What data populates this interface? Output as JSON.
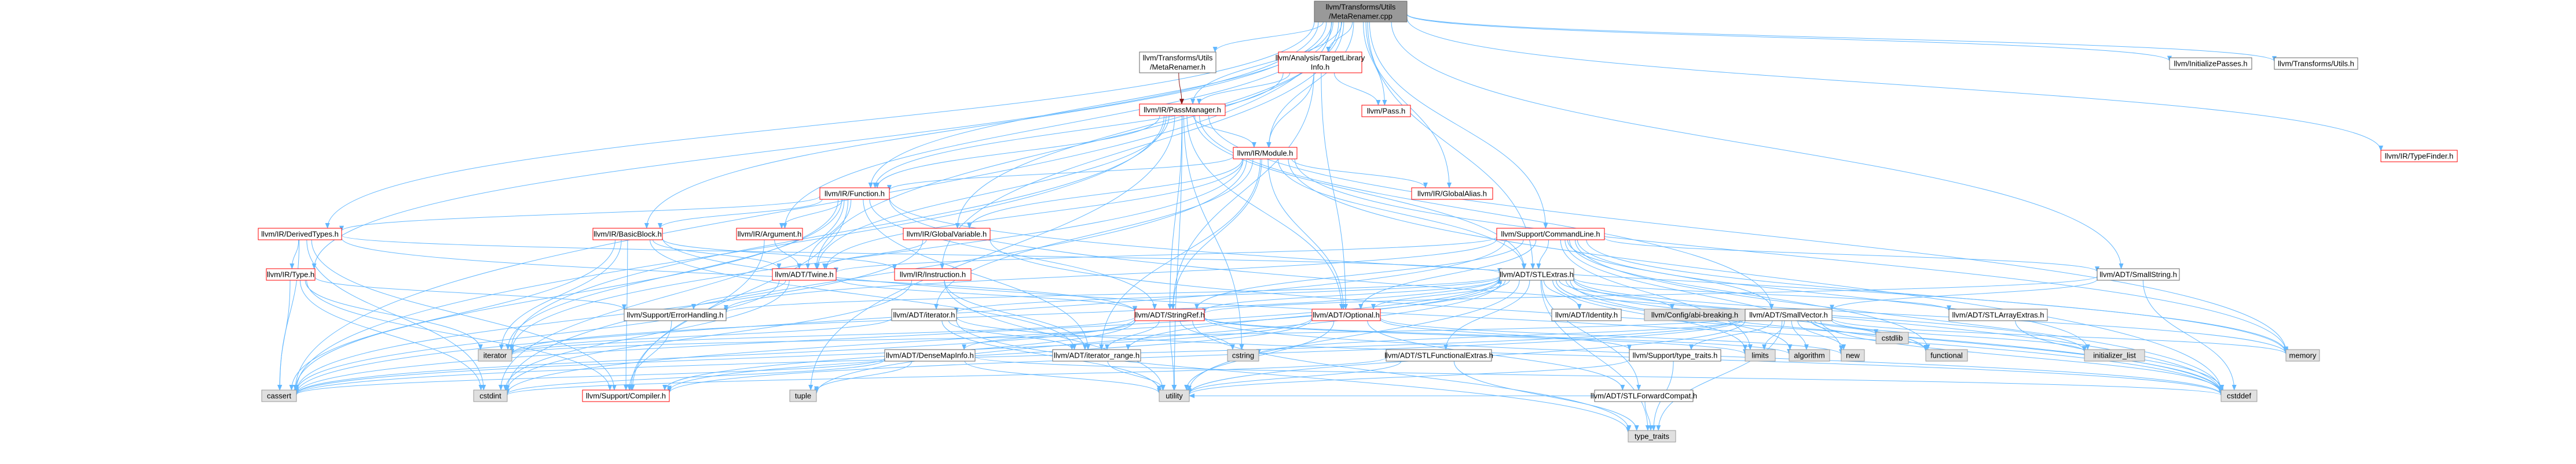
{
  "colors": {
    "edge": "#63b8ff",
    "edge_red": "#8b1a1a",
    "node_fill": "#ffffff",
    "node_border": "#666666",
    "node_border_red": "#ff0000",
    "root_fill": "#999999",
    "system_fill": "#e0e0e0",
    "system_border": "#999999"
  },
  "nodes": [
    {
      "id": "root",
      "lines": [
        "llvm/Transforms/Utils",
        "/MetaRenamer.cpp"
      ],
      "style": "root"
    },
    {
      "id": "mrh",
      "lines": [
        "llvm/Transforms/Utils",
        "/MetaRenamer.h"
      ],
      "style": "normal"
    },
    {
      "id": "tli",
      "lines": [
        "llvm/Analysis/TargetLibrary",
        "Info.h"
      ],
      "style": "red"
    },
    {
      "id": "pm",
      "lines": [
        "llvm/IR/PassManager.h"
      ],
      "style": "red"
    },
    {
      "id": "pass",
      "lines": [
        "llvm/Pass.h"
      ],
      "style": "red"
    },
    {
      "id": "initp",
      "lines": [
        "llvm/InitializePasses.h"
      ],
      "style": "normal"
    },
    {
      "id": "tu",
      "lines": [
        "llvm/Transforms/Utils.h"
      ],
      "style": "normal"
    },
    {
      "id": "tf",
      "lines": [
        "llvm/IR/TypeFinder.h"
      ],
      "style": "red"
    },
    {
      "id": "mod",
      "lines": [
        "llvm/IR/Module.h"
      ],
      "style": "red"
    },
    {
      "id": "fn",
      "lines": [
        "llvm/IR/Function.h"
      ],
      "style": "red"
    },
    {
      "id": "ga",
      "lines": [
        "llvm/IR/GlobalAlias.h"
      ],
      "style": "red"
    },
    {
      "id": "dt",
      "lines": [
        "llvm/IR/DerivedTypes.h"
      ],
      "style": "red"
    },
    {
      "id": "bb",
      "lines": [
        "llvm/IR/BasicBlock.h"
      ],
      "style": "red"
    },
    {
      "id": "arg",
      "lines": [
        "llvm/IR/Argument.h"
      ],
      "style": "red"
    },
    {
      "id": "gv",
      "lines": [
        "llvm/IR/GlobalVariable.h"
      ],
      "style": "red"
    },
    {
      "id": "cl",
      "lines": [
        "llvm/Support/CommandLine.h"
      ],
      "style": "red"
    },
    {
      "id": "type",
      "lines": [
        "llvm/IR/Type.h"
      ],
      "style": "red"
    },
    {
      "id": "twine",
      "lines": [
        "llvm/ADT/Twine.h"
      ],
      "style": "red"
    },
    {
      "id": "inst",
      "lines": [
        "llvm/IR/Instruction.h"
      ],
      "style": "red"
    },
    {
      "id": "stl",
      "lines": [
        "llvm/ADT/STLExtras.h"
      ],
      "style": "normal"
    },
    {
      "id": "sstr",
      "lines": [
        "llvm/ADT/SmallString.h"
      ],
      "style": "normal"
    },
    {
      "id": "eh",
      "lines": [
        "llvm/Support/ErrorHandling.h"
      ],
      "style": "normal"
    },
    {
      "id": "iter",
      "lines": [
        "llvm/ADT/iterator.h"
      ],
      "style": "normal"
    },
    {
      "id": "sref",
      "lines": [
        "llvm/ADT/StringRef.h"
      ],
      "style": "red"
    },
    {
      "id": "opt",
      "lines": [
        "llvm/ADT/Optional.h"
      ],
      "style": "red"
    },
    {
      "id": "ident",
      "lines": [
        "llvm/ADT/Identity.h"
      ],
      "style": "normal"
    },
    {
      "id": "abi",
      "lines": [
        "llvm/Config/abi-breaking.h"
      ],
      "style": "sys"
    },
    {
      "id": "svec",
      "lines": [
        "llvm/ADT/SmallVector.h"
      ],
      "style": "normal"
    },
    {
      "id": "sae",
      "lines": [
        "llvm/ADT/STLArrayExtras.h"
      ],
      "style": "normal"
    },
    {
      "id": "dmi",
      "lines": [
        "llvm/ADT/DenseMapInfo.h"
      ],
      "style": "normal"
    },
    {
      "id": "irange",
      "lines": [
        "llvm/ADT/iterator_range.h"
      ],
      "style": "normal"
    },
    {
      "id": "sfe",
      "lines": [
        "llvm/ADT/STLFunctionalExtras.h"
      ],
      "style": "normal"
    },
    {
      "id": "tt",
      "lines": [
        "llvm/Support/type_traits.h"
      ],
      "style": "normal"
    },
    {
      "id": "comp",
      "lines": [
        "llvm/Support/Compiler.h"
      ],
      "style": "red"
    },
    {
      "id": "sfc",
      "lines": [
        "llvm/ADT/STLForwardCompat.h"
      ],
      "style": "normal"
    },
    {
      "id": "iterator",
      "lines": [
        "iterator"
      ],
      "style": "sys"
    },
    {
      "id": "cassert",
      "lines": [
        "cassert"
      ],
      "style": "sys"
    },
    {
      "id": "cstdint",
      "lines": [
        "cstdint"
      ],
      "style": "sys"
    },
    {
      "id": "tuple",
      "lines": [
        "tuple"
      ],
      "style": "sys"
    },
    {
      "id": "utility",
      "lines": [
        "utility"
      ],
      "style": "sys"
    },
    {
      "id": "cstring",
      "lines": [
        "cstring"
      ],
      "style": "sys"
    },
    {
      "id": "limits",
      "lines": [
        "limits"
      ],
      "style": "sys"
    },
    {
      "id": "algorithm",
      "lines": [
        "algorithm"
      ],
      "style": "sys"
    },
    {
      "id": "new",
      "lines": [
        "new"
      ],
      "style": "sys"
    },
    {
      "id": "cstdlib",
      "lines": [
        "cstdlib"
      ],
      "style": "sys"
    },
    {
      "id": "functional",
      "lines": [
        "functional"
      ],
      "style": "sys"
    },
    {
      "id": "initlist",
      "lines": [
        "initializer_list"
      ],
      "style": "sys"
    },
    {
      "id": "memory",
      "lines": [
        "memory"
      ],
      "style": "sys"
    },
    {
      "id": "cstddef",
      "lines": [
        "cstddef"
      ],
      "style": "sys"
    },
    {
      "id": "typetraits",
      "lines": [
        "type_traits"
      ],
      "style": "sys"
    }
  ]
}
